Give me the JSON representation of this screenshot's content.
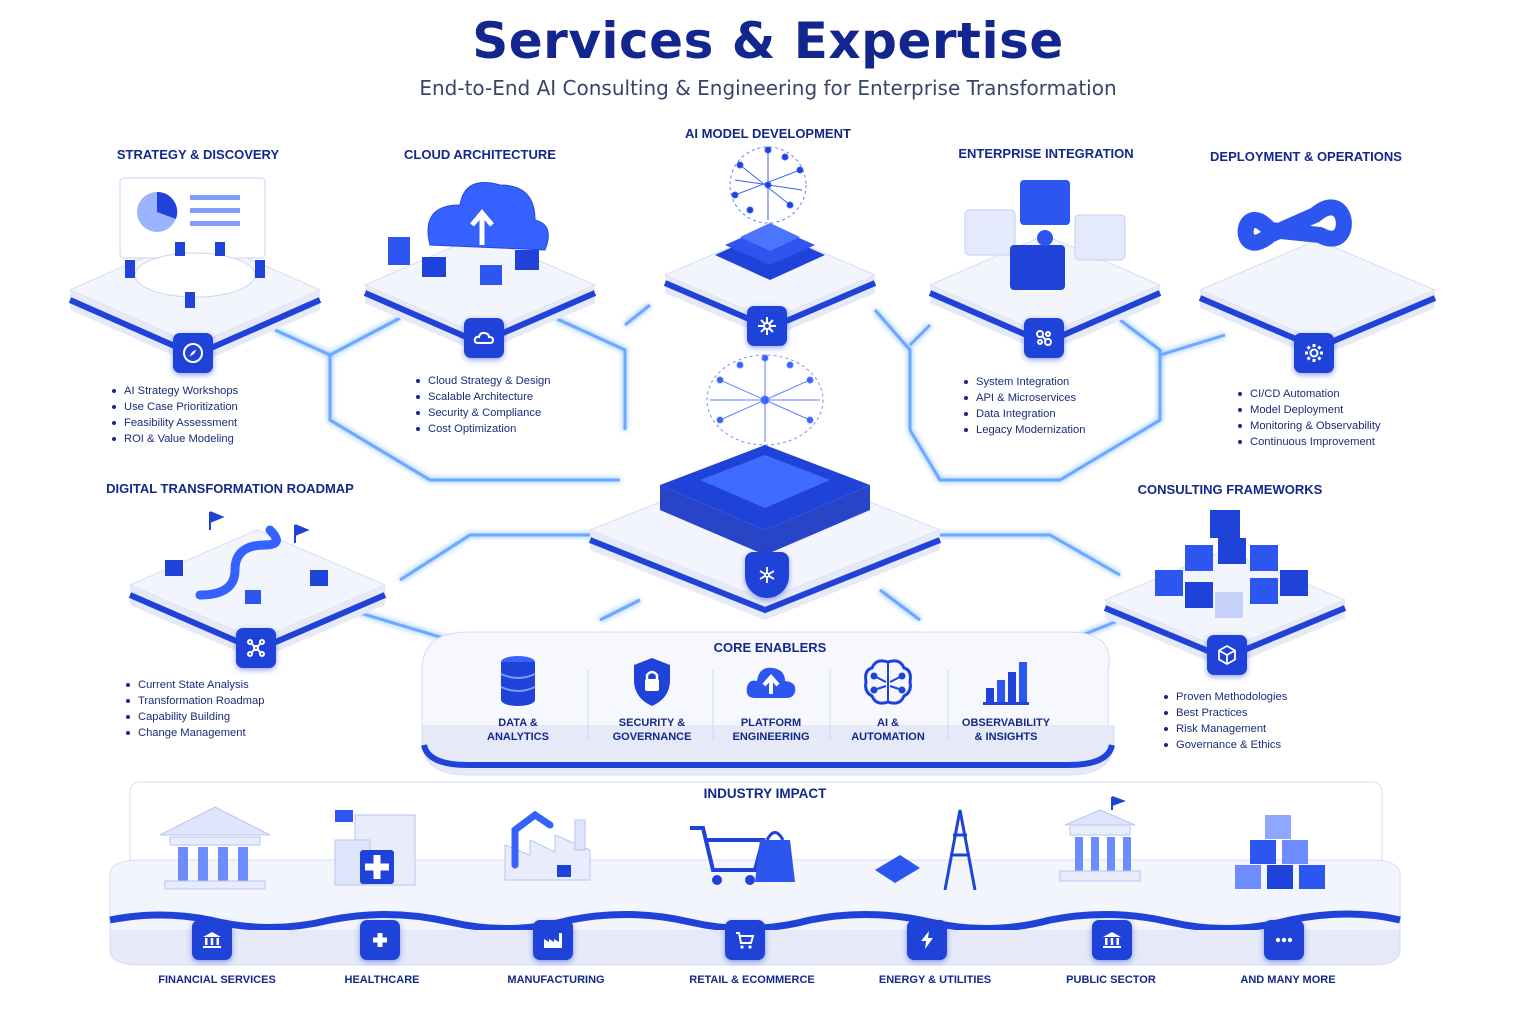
{
  "header": {
    "title": "Services & Expertise",
    "subtitle": "End-to-End AI Consulting & Engineering for Enterprise Transformation"
  },
  "services": {
    "strategy": {
      "title": "STRATEGY & DISCOVERY",
      "icon": "compass-icon",
      "items": [
        "AI Strategy Workshops",
        "Use Case Prioritization",
        "Feasibility Assessment",
        "ROI & Value Modeling"
      ]
    },
    "cloud": {
      "title": "CLOUD ARCHITECTURE",
      "icon": "cloud-icon",
      "items": [
        "Cloud Strategy & Design",
        "Scalable Architecture",
        "Security & Compliance",
        "Cost Optimization"
      ]
    },
    "ai_model": {
      "title": "AI MODEL DEVELOPMENT",
      "icon": "neural-network-icon"
    },
    "integration": {
      "title": "ENTERPRISE INTEGRATION",
      "icon": "integration-icon",
      "items": [
        "System Integration",
        "API & Microservices",
        "Data Integration",
        "Legacy Modernization"
      ]
    },
    "deployment": {
      "title": "DEPLOYMENT & OPERATIONS",
      "icon": "gear-icon",
      "items": [
        "CI/CD Automation",
        "Model Deployment",
        "Monitoring & Observability",
        "Continuous Improvement"
      ]
    },
    "roadmap": {
      "title": "DIGITAL TRANSFORMATION ROADMAP",
      "icon": "graph-nodes-icon",
      "items": [
        "Current State Analysis",
        "Transformation Roadmap",
        "Capability Building",
        "Change Management"
      ]
    },
    "frameworks": {
      "title": "CONSULTING FRAMEWORKS",
      "icon": "cube-icon",
      "items": [
        "Proven Methodologies",
        "Best Practices",
        "Risk Management",
        "Governance & Ethics"
      ]
    }
  },
  "core_enablers": {
    "title": "CORE ENABLERS",
    "items": [
      {
        "line1": "DATA &",
        "line2": "ANALYTICS",
        "icon": "database-icon"
      },
      {
        "line1": "SECURITY &",
        "line2": "GOVERNANCE",
        "icon": "shield-lock-icon"
      },
      {
        "line1": "PLATFORM",
        "line2": "ENGINEERING",
        "icon": "cloud-upload-icon"
      },
      {
        "line1": "AI &",
        "line2": "AUTOMATION",
        "icon": "brain-icon"
      },
      {
        "line1": "OBSERVABILITY",
        "line2": "& INSIGHTS",
        "icon": "bar-chart-icon"
      }
    ]
  },
  "industry": {
    "title": "INDUSTRY IMPACT",
    "items": [
      {
        "label": "FINANCIAL SERVICES",
        "icon": "bank-icon"
      },
      {
        "label": "HEALTHCARE",
        "icon": "medical-cross-icon"
      },
      {
        "label": "MANUFACTURING",
        "icon": "factory-icon"
      },
      {
        "label": "RETAIL & ECOMMERCE",
        "icon": "cart-icon"
      },
      {
        "label": "ENERGY & UTILITIES",
        "icon": "lightning-icon"
      },
      {
        "label": "PUBLIC SECTOR",
        "icon": "government-icon"
      },
      {
        "label": "AND MANY MORE",
        "icon": "more-icon"
      }
    ]
  },
  "colors": {
    "brand": "#1f43d9",
    "title": "#13258f",
    "glow": "#3f8bff",
    "platform": "#eef1fb"
  }
}
